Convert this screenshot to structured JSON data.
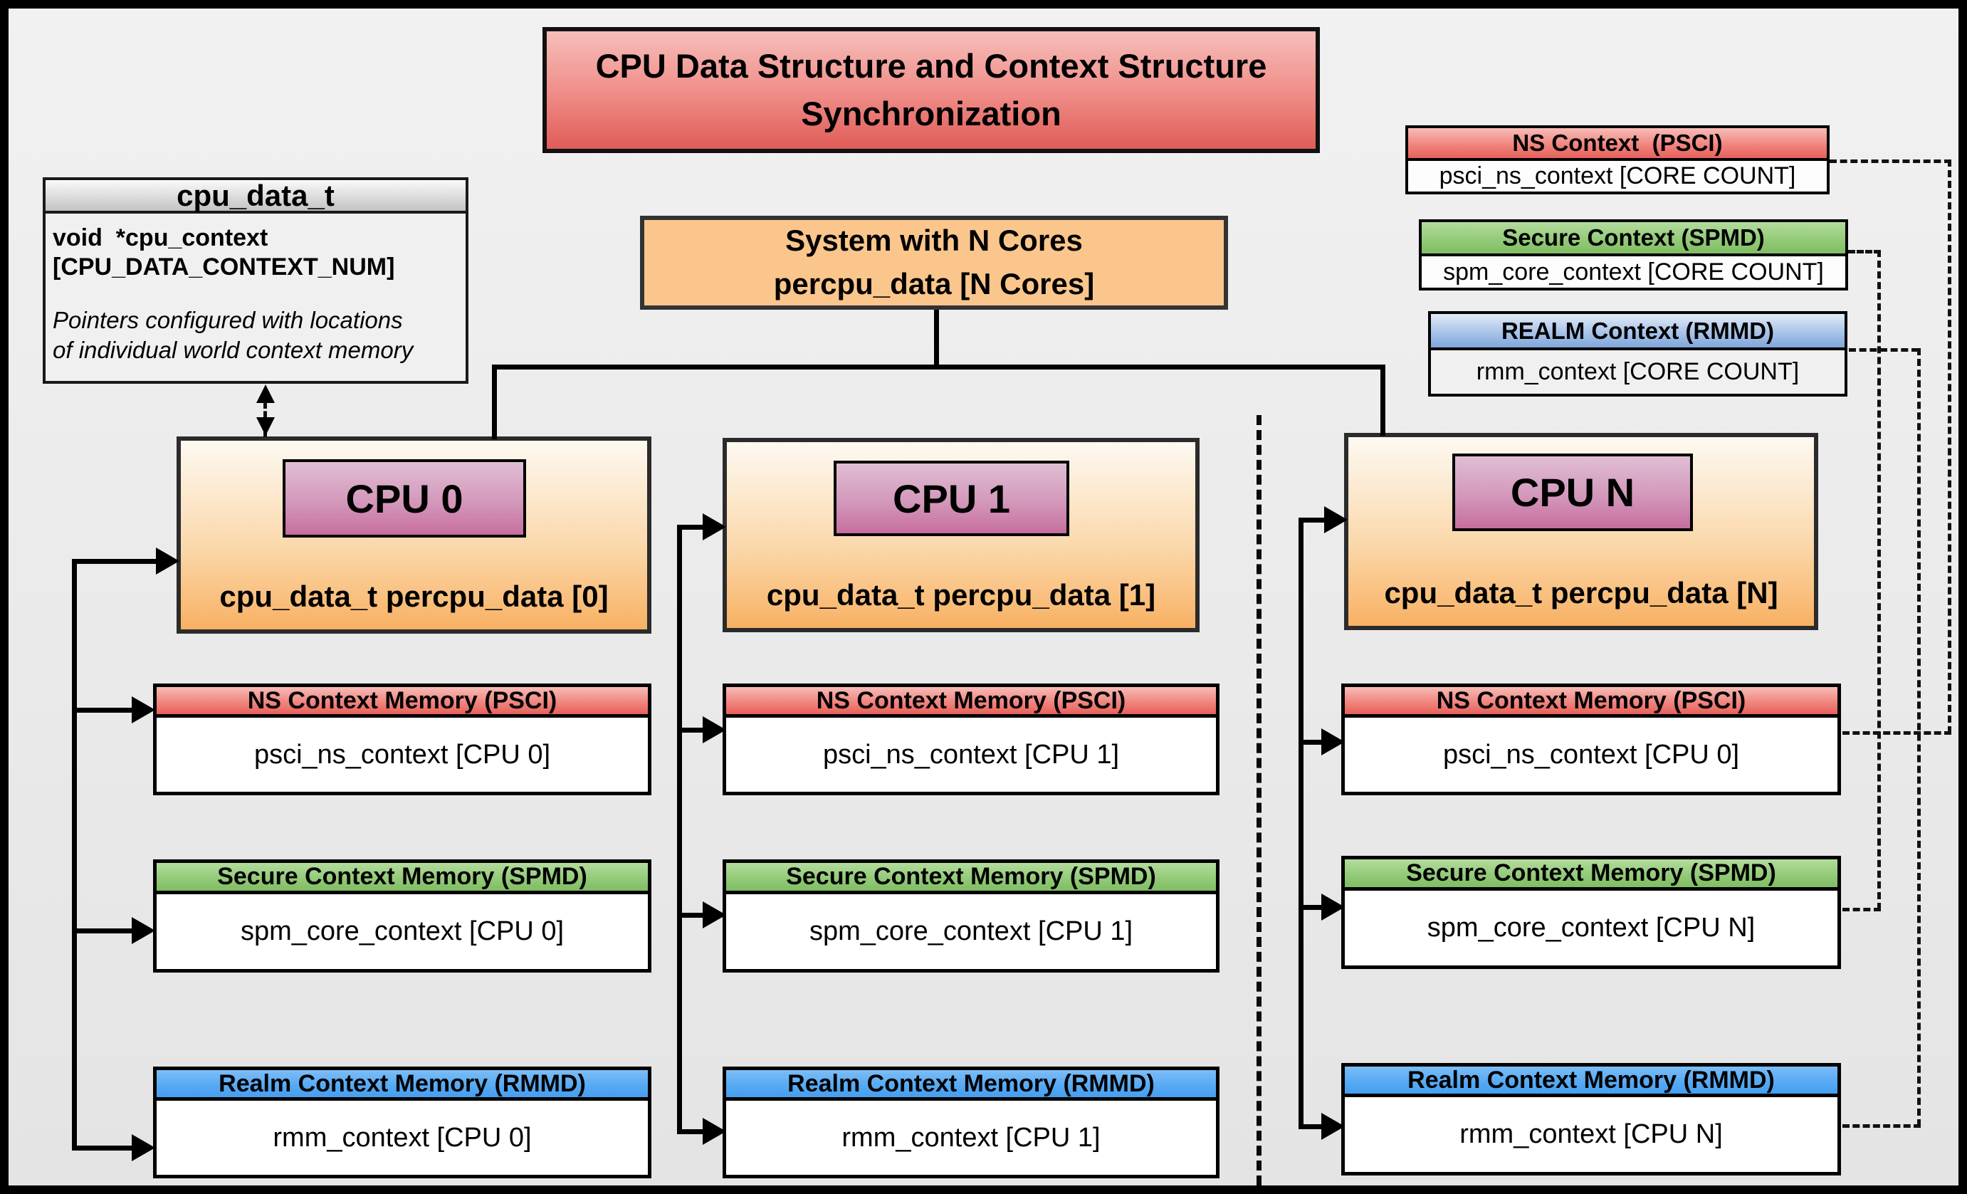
{
  "title": "CPU Data Structure and Context Structure Synchronization",
  "cpu_data_t_box": {
    "header": "cpu_data_t",
    "field_line1": "void  *cpu_context",
    "field_line2": "[CPU_DATA_CONTEXT_NUM]",
    "note_line1": "Pointers configured with locations",
    "note_line2": "of individual world context memory"
  },
  "system_box": {
    "line1": "System with N Cores",
    "line2": "percpu_data [N Cores]"
  },
  "legend": {
    "ns": {
      "header": "NS Context  (PSCI)",
      "body": "psci_ns_context [CORE COUNT]"
    },
    "secure": {
      "header": "Secure Context (SPMD)",
      "body": "spm_core_context [CORE COUNT]"
    },
    "realm": {
      "header": "REALM Context (RMMD)",
      "body": "rmm_context [CORE COUNT]"
    }
  },
  "columns": [
    {
      "cpu_label": "CPU 0",
      "data_label": "cpu_data_t percpu_data [0]",
      "ns_header": "NS Context Memory (PSCI)",
      "ns_body": "psci_ns_context [CPU 0]",
      "secure_header": "Secure Context Memory (SPMD)",
      "secure_body": "spm_core_context [CPU 0]",
      "realm_header": "Realm Context Memory (RMMD)",
      "realm_body": "rmm_context [CPU 0]"
    },
    {
      "cpu_label": "CPU 1",
      "data_label": "cpu_data_t percpu_data [1]",
      "ns_header": "NS Context Memory (PSCI)",
      "ns_body": "psci_ns_context [CPU 1]",
      "secure_header": "Secure Context Memory (SPMD)",
      "secure_body": "spm_core_context [CPU 1]",
      "realm_header": "Realm Context Memory (RMMD)",
      "realm_body": "rmm_context [CPU 1]"
    },
    {
      "cpu_label": "CPU N",
      "data_label": "cpu_data_t percpu_data [N]",
      "ns_header": "NS Context Memory (PSCI)",
      "ns_body": "psci_ns_context [CPU 0]",
      "secure_header": "Secure Context Memory (SPMD)",
      "secure_body": "spm_core_context [CPU N]",
      "realm_header": "Realm Context Memory (RMMD)",
      "realm_body": "rmm_context [CPU N]"
    }
  ],
  "colors": {
    "background": "#ececec",
    "title_gradient_top": "#f6beba",
    "title_gradient_bottom": "#e05c57",
    "orange_system_box": "#fbc68c",
    "cpu_box_gradient_top": "#fdf9f2",
    "cpu_box_gradient_bottom": "#f8b163",
    "cpu_chip_gradient_top": "#e0bed4",
    "cpu_chip_gradient_bottom": "#c76e9e",
    "ns_red_header": "#ef8b86",
    "secure_green_header": "#94cb79",
    "realm_blue_header": "#55a9f3",
    "legend_realm_blue_header": "#a9c4e9",
    "struct_gray_header": "#dcdcdc",
    "line_black": "#000000"
  }
}
